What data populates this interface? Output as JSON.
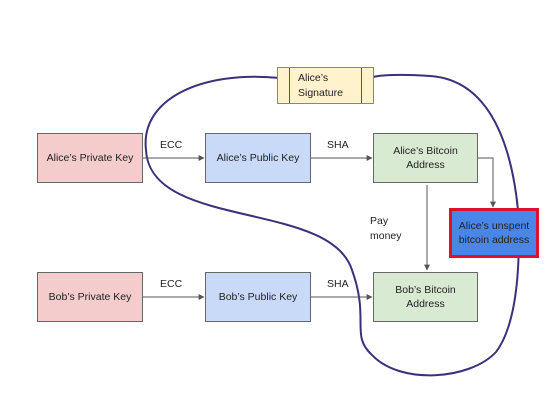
{
  "nodes": {
    "alice_private": "Alice’s Private Key",
    "alice_public": "Alice’s Public Key",
    "alice_address": "Alice’s Bitcoin Address",
    "alice_unspent": "Alice’s unspent bitcoin address",
    "alice_signature": "Alice’s Signature",
    "bob_private": "Bob’s Private Key",
    "bob_public": "Bob’s Public Key",
    "bob_address": "Bob’s Bitcoin Address"
  },
  "edges": {
    "alice_ecc": "ECC",
    "alice_sha": "SHA",
    "bob_ecc": "ECC",
    "bob_sha": "SHA",
    "pay_money": "Pay money"
  },
  "colors": {
    "private_fill": "#f4cccc",
    "public_fill": "#c9daf8",
    "address_fill": "#d9ead3",
    "signature_fill": "#fff2cc",
    "unspent_fill": "#4a86e8",
    "unspent_border": "#e0102a",
    "loop_stroke": "#3d2f7a",
    "arrow": "#555555"
  }
}
